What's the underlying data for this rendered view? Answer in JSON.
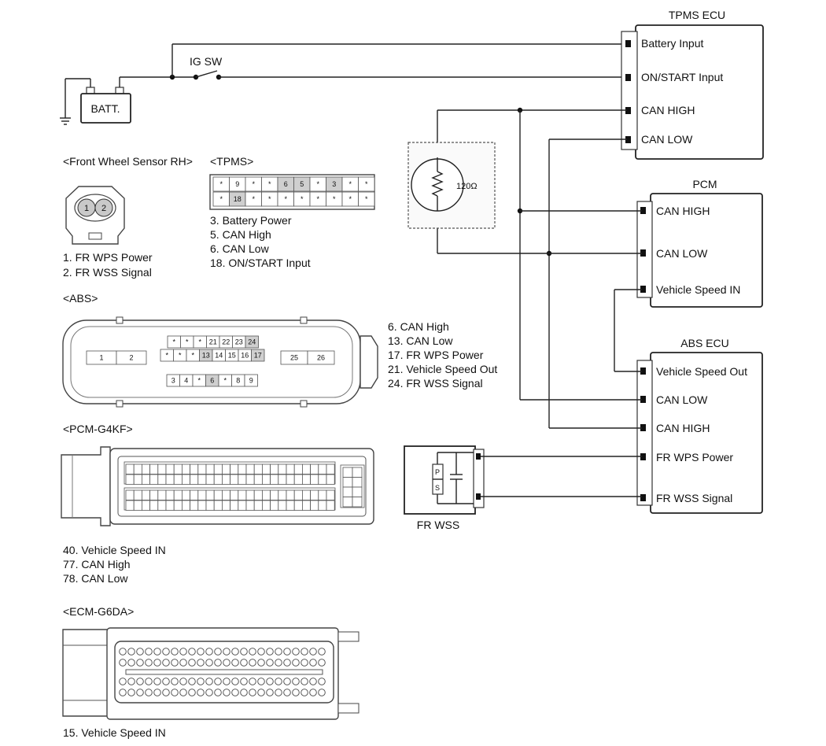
{
  "battery": {
    "label": "BATT."
  },
  "ig_switch": {
    "label": "IG SW"
  },
  "tpms_ecu": {
    "title": "TPMS ECU",
    "pins": [
      "Battery Input",
      "ON/START Input",
      "CAN HIGH",
      "CAN LOW"
    ]
  },
  "pcm": {
    "title": "PCM",
    "pins": [
      "CAN HIGH",
      "CAN LOW",
      "Vehicle Speed IN"
    ]
  },
  "abs_ecu": {
    "title": "ABS ECU",
    "pins": [
      "Vehicle Speed Out",
      "CAN LOW",
      "CAN HIGH",
      "FR WPS Power",
      "FR WSS Signal"
    ]
  },
  "resistor": {
    "label": "120Ω"
  },
  "fr_wss": {
    "label": "FR WSS",
    "p_label": "P",
    "s_label": "S"
  },
  "front_wheel_sensor": {
    "title": "<Front Wheel Sensor RH>",
    "pin_numbers": [
      "1",
      "2"
    ],
    "notes": [
      "1. FR WPS Power",
      "2. FR WSS Signal"
    ]
  },
  "tpms_connector": {
    "title": "<TPMS>",
    "row1": [
      "*",
      "9",
      "*",
      "*",
      "6",
      "5",
      "*",
      "3",
      "*",
      "*"
    ],
    "row2": [
      "*",
      "18",
      "*",
      "*",
      "*",
      "*",
      "*",
      "*",
      "*",
      "*"
    ],
    "notes": [
      "3. Battery Power",
      "5. CAN High",
      "6. CAN Low",
      "18. ON/START Input"
    ]
  },
  "abs_connector": {
    "title": "<ABS>",
    "left_pins": [
      "1",
      "2"
    ],
    "mid_row1": [
      "*",
      "*",
      "*",
      "21",
      "22",
      "23",
      "24"
    ],
    "mid_row2": [
      "*",
      "*",
      "*",
      "13",
      "14",
      "15",
      "16",
      "17"
    ],
    "mid_row3": [
      "3",
      "4",
      "*",
      "6",
      "*",
      "8",
      "9"
    ],
    "right_pins": [
      "25",
      "26"
    ],
    "notes": [
      "6.  CAN High",
      "13. CAN Low",
      "17. FR WPS Power",
      "21. Vehicle Speed Out",
      "24. FR WSS Signal"
    ]
  },
  "pcm_connector": {
    "title": "<PCM-G4KF>",
    "notes": [
      "40. Vehicle Speed IN",
      "77. CAN High",
      "78. CAN Low"
    ]
  },
  "ecm_connector": {
    "title": "<ECM-G6DA>",
    "notes": [
      "15. Vehicle Speed IN"
    ]
  }
}
